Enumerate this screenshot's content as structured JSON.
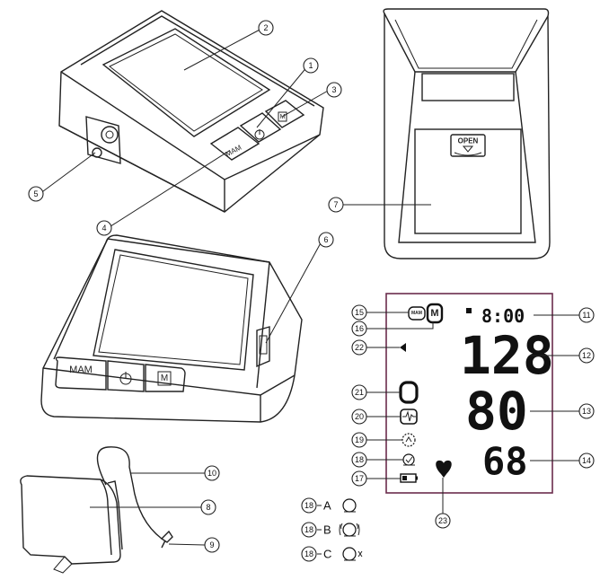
{
  "callouts": [
    "1",
    "2",
    "3",
    "4",
    "5",
    "6",
    "7",
    "8",
    "9",
    "10",
    "11",
    "12",
    "13",
    "14",
    "15",
    "16",
    "17",
    "18",
    "19",
    "20",
    "21",
    "22",
    "23"
  ],
  "buttons": {
    "mam": "MAM",
    "memory": "M"
  },
  "cover_label": "OPEN",
  "display": {
    "time": "8:00",
    "systolic": "128",
    "diastolic": "80",
    "pulse": "68",
    "mam_icon": "MAM",
    "m_icon": "M"
  },
  "legend": [
    {
      "id": "18-A",
      "sub": "A"
    },
    {
      "id": "18-B",
      "sub": "B"
    },
    {
      "id": "18-C",
      "sub": "C"
    }
  ],
  "colors": {
    "line": "#222222",
    "background": "#ffffff",
    "lcd_frame": "#6b2c4c"
  }
}
